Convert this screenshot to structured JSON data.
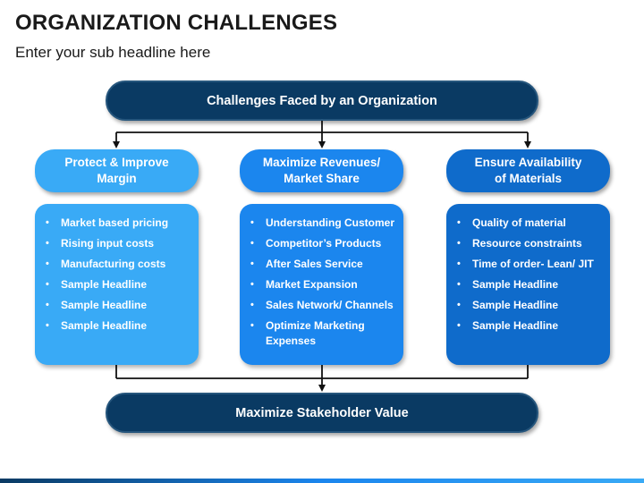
{
  "header": {
    "title": "ORGANIZATION CHALLENGES",
    "subtitle": "Enter your sub headline here"
  },
  "top_box": {
    "label": "Challenges Faced by an Organization"
  },
  "bottom_box": {
    "label": "Maximize Stakeholder Value"
  },
  "columns": [
    {
      "heading_line1": "Protect & Improve",
      "heading_line2": "Margin",
      "items": [
        "Market based pricing",
        "Rising input costs",
        "Manufacturing costs",
        "Sample Headline",
        "Sample Headline",
        "Sample Headline"
      ]
    },
    {
      "heading_line1": "Maximize Revenues/",
      "heading_line2": "Market Share",
      "items": [
        "Understanding Customer",
        "Competitor’s Products",
        "After Sales Service",
        "Market Expansion",
        "Sales Network/ Channels",
        "Optimize Marketing Expenses"
      ]
    },
    {
      "heading_line1": "Ensure Availability",
      "heading_line2": "of Materials",
      "items": [
        "Quality of material",
        "Resource constraints",
        "Time of order- Lean/ JIT",
        "Sample Headline",
        "Sample Headline",
        "Sample Headline"
      ]
    }
  ],
  "colors": {
    "dark_navy": "#0a3a63",
    "light_blue": "#39aaf6",
    "mid_blue": "#1b86ee",
    "deep_blue": "#0f6bcb"
  }
}
